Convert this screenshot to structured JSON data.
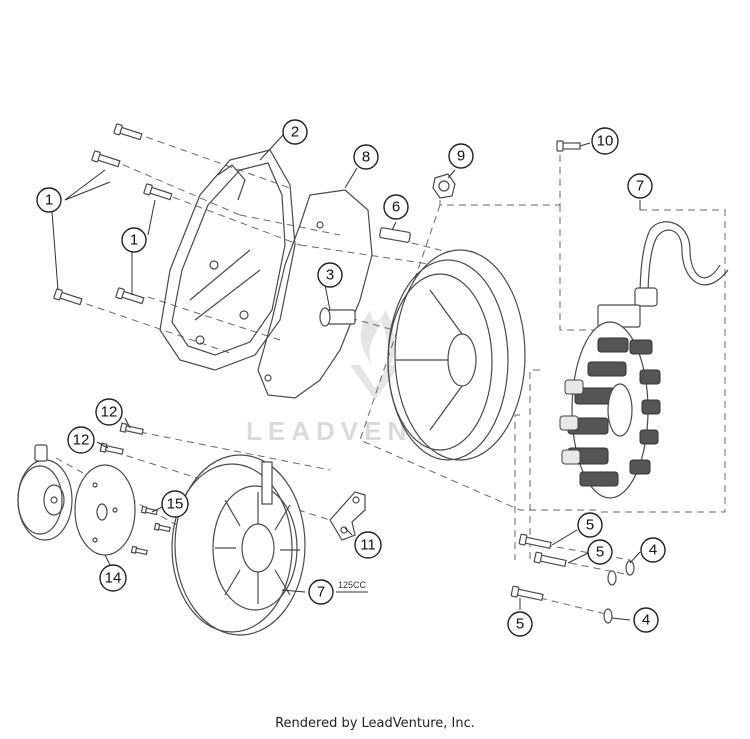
{
  "watermark": {
    "text": "LEADVENTURE"
  },
  "footer": {
    "text": "Rendered by LeadVenture, Inc."
  },
  "note_125cc": "125CC",
  "callouts": {
    "c1a": "1",
    "c1b": "1",
    "c2": "2",
    "c3": "3",
    "c4a": "4",
    "c4b": "4",
    "c5a": "5",
    "c5b": "5",
    "c5c": "5",
    "c6": "6",
    "c7a": "7",
    "c7b": "7",
    "c8": "8",
    "c9": "9",
    "c10": "10",
    "c11": "11",
    "c12a": "12",
    "c12b": "12",
    "c14": "14",
    "c15": "15"
  }
}
